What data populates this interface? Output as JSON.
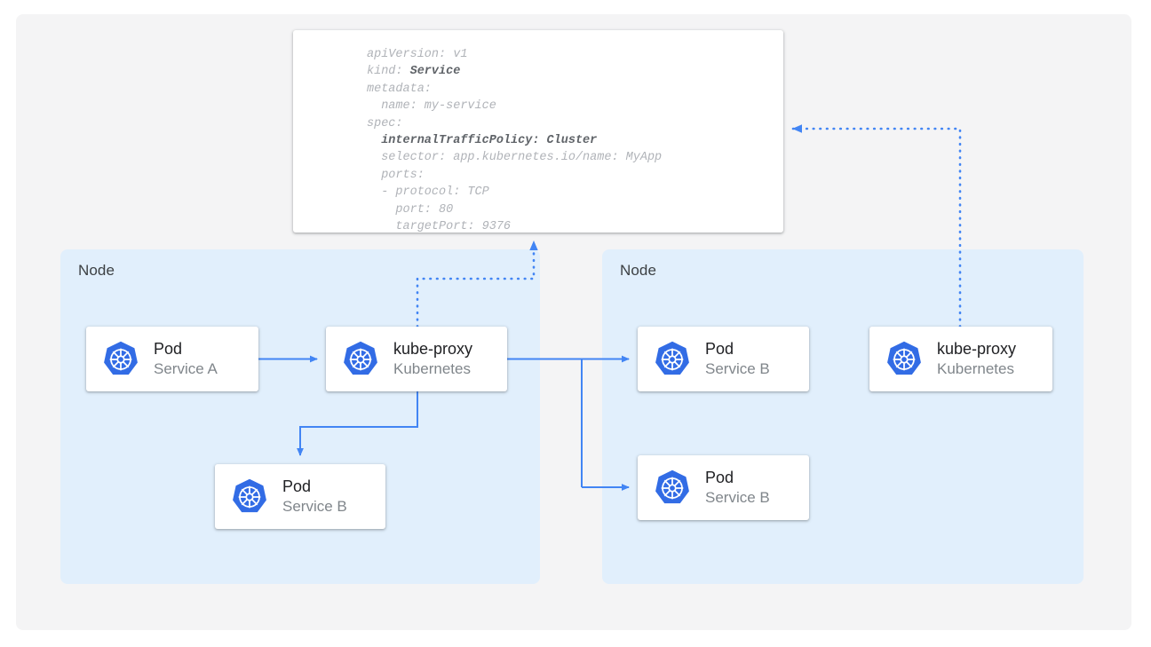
{
  "theme": {
    "page_bg": "#ffffff",
    "panel_bg": "#f4f4f5",
    "node_bg": "#e1effc",
    "card_bg": "#ffffff",
    "accent_blue": "#4285f4",
    "connector_blue": "#4285f4",
    "logo_blue": "#326ce5",
    "title_color": "#202124",
    "subtitle_color": "#80868b",
    "code_color": "#b0b3b8",
    "code_bold_color": "#5f6368"
  },
  "manifest": {
    "title": "service-manifest",
    "lines": [
      {
        "text": "apiVersion: v1",
        "bold": false
      },
      {
        "text": "kind: ",
        "bold_tail": "Service"
      },
      {
        "text": "metadata:",
        "bold": false
      },
      {
        "text": "  name: my-service",
        "bold": false
      },
      {
        "text": "spec:",
        "bold": false
      },
      {
        "text": "  internalTrafficPolicy: Cluster",
        "bold": true
      },
      {
        "text": "  selector: app.kubernetes.io/name: MyApp",
        "bold": false
      },
      {
        "text": "  ports:",
        "bold": false
      },
      {
        "text": "  - protocol: TCP",
        "bold": false
      },
      {
        "text": "    port: 80",
        "bold": false
      },
      {
        "text": "    targetPort: 9376",
        "bold": false
      }
    ],
    "raw": "apiVersion: v1\nkind: Service\nmetadata:\n  name: my-service\nspec:\n  internalTrafficPolicy: Cluster\n  selector: app.kubernetes.io/name: MyApp\n  ports:\n  - protocol: TCP\n    port: 80\n    targetPort: 9376"
  },
  "nodes": [
    {
      "id": "node-left",
      "label": "Node"
    },
    {
      "id": "node-right",
      "label": "Node"
    }
  ],
  "cards": {
    "pod_a": {
      "title": "Pod",
      "subtitle": "Service A",
      "icon": "kubernetes-logo-icon"
    },
    "kube_left": {
      "title": "kube-proxy",
      "subtitle": "Kubernetes",
      "icon": "kubernetes-logo-icon"
    },
    "pod_b_left": {
      "title": "Pod",
      "subtitle": "Service B",
      "icon": "kubernetes-logo-icon"
    },
    "pod_b_top": {
      "title": "Pod",
      "subtitle": "Service B",
      "icon": "kubernetes-logo-icon"
    },
    "pod_b_bottom": {
      "title": "Pod",
      "subtitle": "Service B",
      "icon": "kubernetes-logo-icon"
    },
    "kube_right": {
      "title": "kube-proxy",
      "subtitle": "Kubernetes",
      "icon": "kubernetes-logo-icon"
    }
  },
  "connectors": [
    {
      "id": "pod-a-to-kube-proxy",
      "style": "solid",
      "from": "pod_a",
      "to": "kube_left"
    },
    {
      "id": "kube-proxy-to-pod-b-left",
      "style": "solid",
      "from": "kube_left",
      "to": "pod_b_left"
    },
    {
      "id": "kube-proxy-to-pod-b-top",
      "style": "solid",
      "from": "kube_left",
      "to": "pod_b_top"
    },
    {
      "id": "kube-proxy-to-pod-b-bottom",
      "style": "solid",
      "from": "kube_left",
      "to": "pod_b_bottom"
    },
    {
      "id": "kube-proxy-left-to-manifest",
      "style": "dotted",
      "from": "kube_left",
      "to": "manifest"
    },
    {
      "id": "kube-proxy-right-to-manifest",
      "style": "dotted",
      "from": "kube_right",
      "to": "manifest"
    }
  ]
}
